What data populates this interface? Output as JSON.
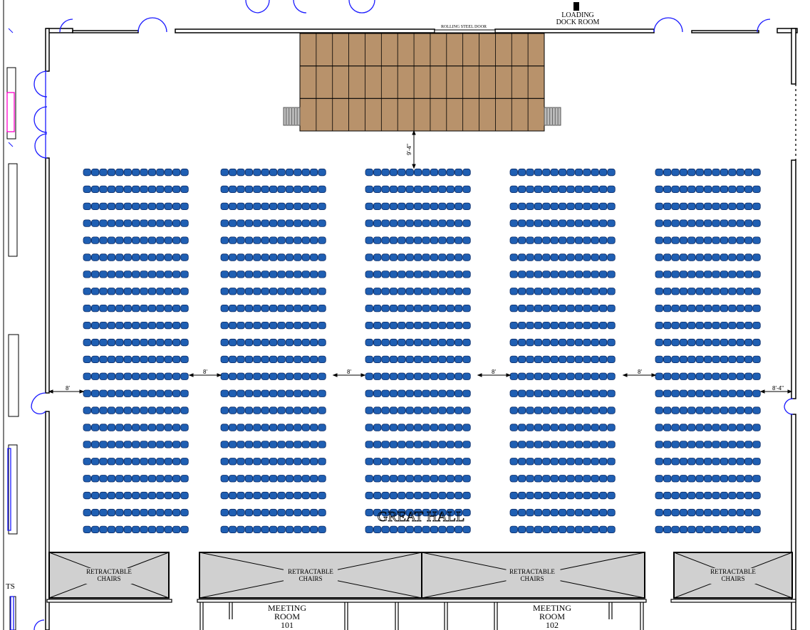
{
  "labels": {
    "loading_dock_line1": "LOADING",
    "loading_dock_line2": "DOCK ROOM",
    "rolling_door": "ROLLING STEEL DOOR",
    "great_hall": "GREAT HALL",
    "retractable_line1": "RETRACTABLE",
    "retractable_line2": "CHAIRS",
    "meeting_room_word": "MEETING",
    "room_word": "ROOM",
    "room_101": "101",
    "room_102": "102",
    "left_edge_fragment": "TS"
  },
  "dimensions": {
    "stage_to_seats": "9'-4\"",
    "aisle": "8'",
    "left_aisle": "8'",
    "right_aisle": "8'-4\""
  },
  "seating": {
    "sections": 5,
    "rows_per_section": 22,
    "seats_per_row": 13
  },
  "stage": {
    "rows": 3,
    "cols": 15
  },
  "colors": {
    "seat": "#1f5fb3",
    "seat_outline": "#0a2a66",
    "stage": "#b8926b",
    "retractable": "#d0d0d0",
    "wall": "#000000",
    "accent_door": "#1a1aff",
    "accent_pink": "#ff00cc"
  }
}
